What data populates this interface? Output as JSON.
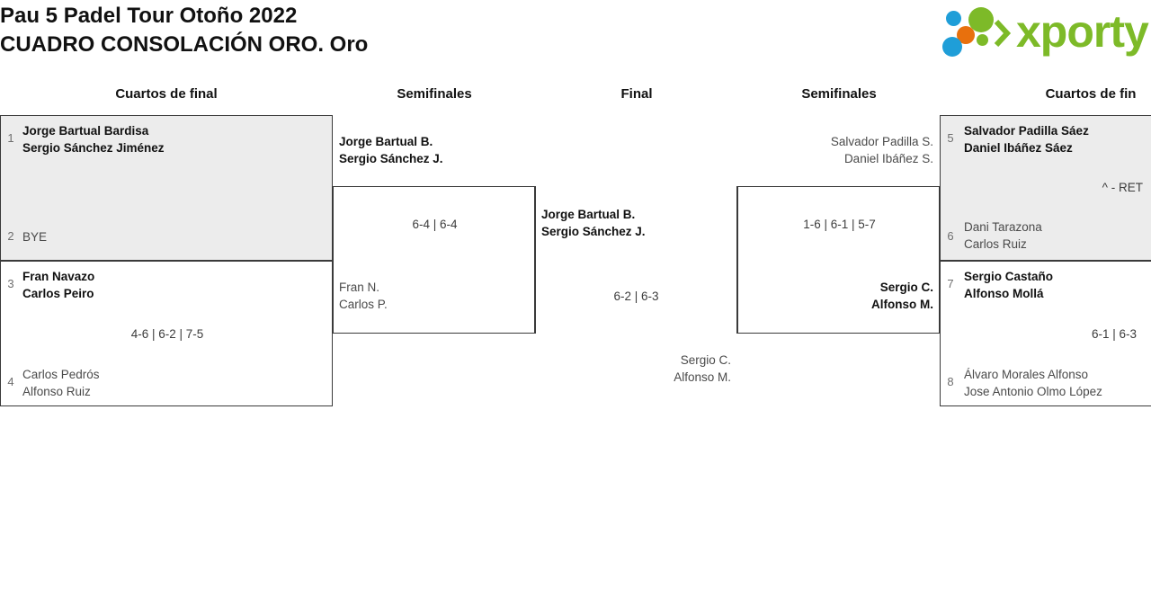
{
  "header": {
    "title_line1": "Pau 5 Padel Tour Otoño 2022",
    "title_line2": "CUADRO CONSOLACIÓN ORO. Oro",
    "logo_text": "xporty",
    "logo_colors": {
      "green": "#7dba28",
      "blue": "#1f9ed8",
      "orange": "#e8700d"
    }
  },
  "rounds": [
    {
      "label": "Cuartos de final"
    },
    {
      "label": "Semifinales"
    },
    {
      "label": "Final"
    },
    {
      "label": "Semifinales"
    },
    {
      "label": "Cuartos de fin"
    }
  ],
  "matches": {
    "qf_left_top": {
      "highlighted": true,
      "top": {
        "seed": "1",
        "line1": "Jorge Bartual Bardisa",
        "line2": "Sergio Sánchez Jiménez",
        "winner": true
      },
      "bottom": {
        "seed": "2",
        "line1": "BYE",
        "line2": "",
        "winner": false
      },
      "score": ""
    },
    "qf_left_bottom": {
      "highlighted": false,
      "top": {
        "seed": "3",
        "line1": "Fran Navazo",
        "line2": "Carlos Peiro",
        "winner": true
      },
      "bottom": {
        "seed": "4",
        "line1": "Carlos Pedrós",
        "line2": "Alfonso Ruiz",
        "winner": false
      },
      "score": "4-6 | 6-2 | 7-5"
    },
    "sf_left": {
      "top": {
        "line1": "Jorge Bartual B.",
        "line2": "Sergio Sánchez J.",
        "winner": true
      },
      "bottom": {
        "line1": "Fran N.",
        "line2": "Carlos P.",
        "winner": false
      },
      "score": "6-4 | 6-4"
    },
    "final": {
      "top": {
        "line1": "Jorge Bartual B.",
        "line2": "Sergio Sánchez J.",
        "winner": true
      },
      "bottom": {
        "line1": "Sergio C.",
        "line2": "Alfonso M.",
        "winner": false
      },
      "score": "6-2 | 6-3"
    },
    "sf_right": {
      "top": {
        "line1": "Salvador Padilla S.",
        "line2": "Daniel Ibáñez S.",
        "winner": false
      },
      "bottom": {
        "line1": "Sergio C.",
        "line2": "Alfonso M.",
        "winner": true
      },
      "score": "1-6 | 6-1 | 5-7"
    },
    "qf_right_top": {
      "highlighted": true,
      "top": {
        "seed": "5",
        "line1": "Salvador Padilla Sáez",
        "line2": "Daniel Ibáñez Sáez",
        "winner": true
      },
      "bottom": {
        "seed": "6",
        "line1": "Dani Tarazona",
        "line2": "Carlos Ruiz",
        "winner": false
      },
      "score": "^ - RET"
    },
    "qf_right_bottom": {
      "highlighted": false,
      "top": {
        "seed": "7",
        "line1": "Sergio Castaño",
        "line2": "Alfonso Mollá",
        "winner": true
      },
      "bottom": {
        "seed": "8",
        "line1": "Álvaro Morales Alfonso",
        "line2": "Jose Antonio Olmo López",
        "winner": false
      },
      "score": "6-1 | 6-3"
    }
  }
}
